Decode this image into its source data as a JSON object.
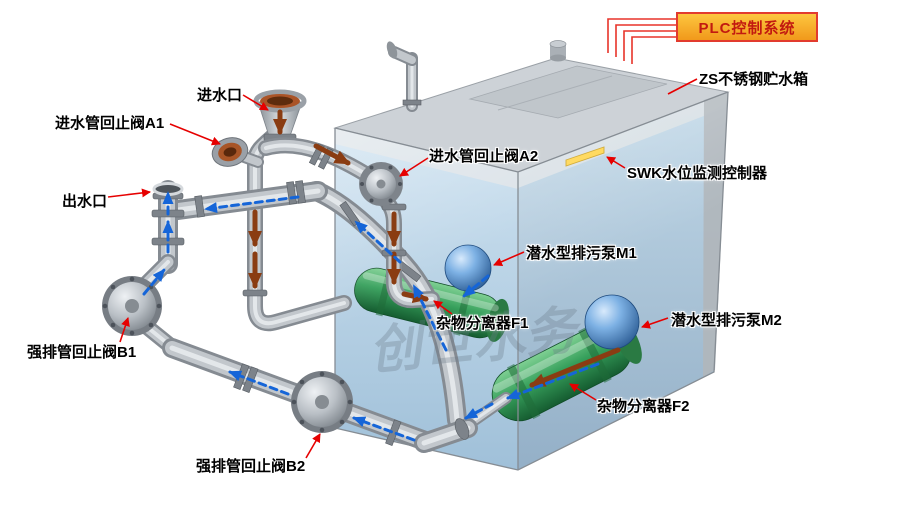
{
  "diagram": {
    "plc": {
      "label": "PLC控制系统"
    },
    "labels": {
      "tank": {
        "text": "ZS不锈钢贮水箱"
      },
      "inlet_port": {
        "text": "进水口"
      },
      "inlet_check_valve_a1": {
        "text": "进水管回止阀A1"
      },
      "inlet_check_valve_a2": {
        "text": "进水管回止阀A2"
      },
      "swk_level_controller": {
        "text": "SWK水位监测控制器"
      },
      "outlet_port": {
        "text": "出水口"
      },
      "submersible_pump_m1": {
        "text": "潜水型排污泵M1"
      },
      "submersible_pump_m2": {
        "text": "潜水型排污泵M2"
      },
      "debris_separator_f1": {
        "text": "杂物分离器F1"
      },
      "debris_separator_f2": {
        "text": "杂物分离器F2"
      },
      "discharge_check_valve_b1": {
        "text": "强排管回止阀B1"
      },
      "discharge_check_valve_b2": {
        "text": "强排管回止阀B2"
      }
    },
    "watermark": {
      "text": "创世水务"
    },
    "colors": {
      "callout_red": "#e60000",
      "plc_box_bg": "#f5a623",
      "plc_border": "#e23b2e",
      "tank_gray": "#ccd1d6",
      "water_blue": "#7fb3d5",
      "pump_blue": "#3f7fc4",
      "separator_green": "#3a9e5f",
      "pipe_gray": "#c3c8cd",
      "sewage_flow_brown": "#8a3c12",
      "clean_flow_blue": "#1565d8",
      "swk_strip_yellow": "#ffd23e"
    }
  }
}
